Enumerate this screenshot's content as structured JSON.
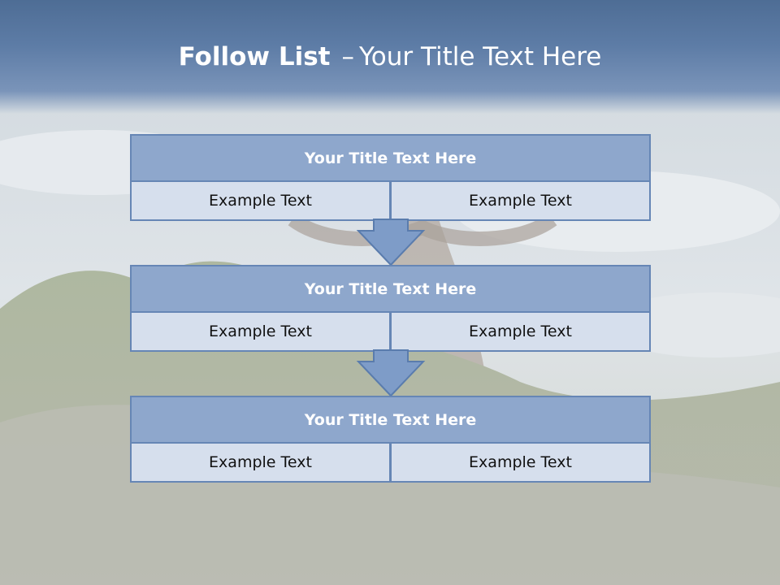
{
  "slide": {
    "title_bold": "Follow List",
    "title_separator": "–",
    "title_rest": "Your Title Text Here"
  },
  "steps": [
    {
      "title": "Your Title Text Here",
      "left": "Example Text",
      "right": "Example Text"
    },
    {
      "title": "Your Title Text Here",
      "left": "Example Text",
      "right": "Example Text"
    },
    {
      "title": "Your Title Text Here",
      "left": "Example Text",
      "right": "Example Text"
    }
  ],
  "colors": {
    "header": "#5d7ca6",
    "title_box": "#8ea7cc",
    "cell_box": "#d6dfed",
    "border": "#6686b5",
    "arrow": "#7e9cc8"
  }
}
